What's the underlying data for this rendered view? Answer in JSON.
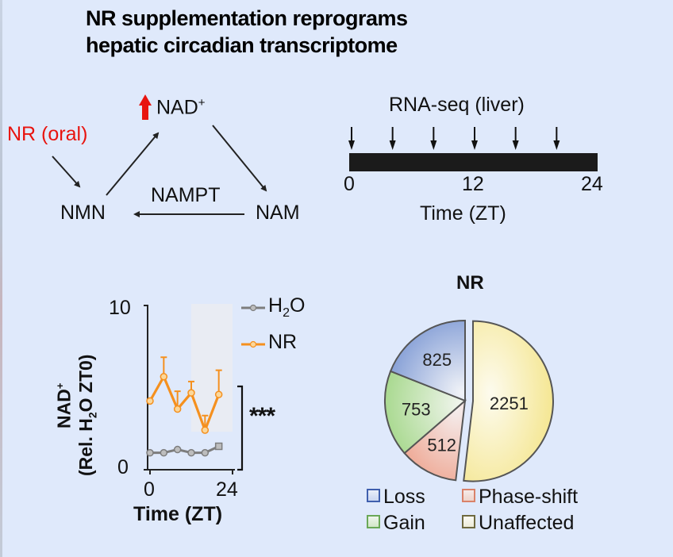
{
  "title": {
    "line1": "NR supplementation reprograms",
    "line2": "hepatic circadian transcriptome"
  },
  "pathway": {
    "nad_label": "NAD",
    "nad_superscript": "+",
    "nad_arrow_icon": "up-arrow-red",
    "nr_label": "NR (oral)",
    "nmn_label": "NMN",
    "nam_label": "NAM",
    "enzyme_label": "NAMPT",
    "accent_color": "#e8140f"
  },
  "timeline": {
    "title": "RNA-seq (liver)",
    "sample_times": [
      0,
      4,
      8,
      12,
      16,
      20
    ],
    "range": [
      0,
      24
    ],
    "tick_labels": [
      "0",
      "12",
      "24"
    ],
    "xlabel": "Time (ZT)"
  },
  "chart_data": [
    {
      "type": "line",
      "ylabel_line1": "NAD",
      "ylabel_sup": "+",
      "ylabel_line2_pre": "(Rel. H",
      "ylabel_line2_sub": "2",
      "ylabel_line2_post": "O ZT0)",
      "xlabel": "Time (ZT)",
      "x": [
        0,
        4,
        8,
        12,
        16,
        20
      ],
      "xlim": [
        0,
        24
      ],
      "ylim": [
        0,
        10
      ],
      "xtick_labels": [
        "0",
        "24"
      ],
      "ytick_labels": [
        "0",
        "10"
      ],
      "shaded_region": [
        12,
        24
      ],
      "series": [
        {
          "name": "H2O",
          "legend_main": "H",
          "legend_sub": "2",
          "legend_post": "O",
          "color": "#7d7d7d",
          "values": [
            0.9,
            0.9,
            1.1,
            0.9,
            0.9,
            1.3
          ],
          "error_upper": [
            null,
            null,
            null,
            null,
            null,
            null
          ]
        },
        {
          "name": "NR",
          "legend_main": "NR",
          "color": "#f5901e",
          "values": [
            4.1,
            5.6,
            3.6,
            4.6,
            2.3,
            4.5
          ],
          "error_upper": [
            null,
            6.8,
            4.7,
            5.3,
            3.2,
            6.0
          ]
        }
      ],
      "significance": "***",
      "legend_position": "top-right"
    },
    {
      "type": "pie",
      "title": "NR",
      "slices": [
        {
          "label": "Unaffected",
          "value": 2251,
          "color": "#f6eda0",
          "exploded": true
        },
        {
          "label": "Phase-shift",
          "value": 512,
          "color": "#f0b8a6"
        },
        {
          "label": "Gain",
          "value": 753,
          "color": "#b6dea0"
        },
        {
          "label": "Loss",
          "value": 825,
          "color": "#8ea6d8"
        }
      ],
      "legend": [
        {
          "label": "Loss",
          "color": "#3f5fae"
        },
        {
          "label": "Phase-shift",
          "color": "#d9826a"
        },
        {
          "label": "Gain",
          "color": "#6aa857"
        },
        {
          "label": "Unaffected",
          "color": "#8a8452"
        }
      ],
      "legend_position": "bottom"
    }
  ]
}
